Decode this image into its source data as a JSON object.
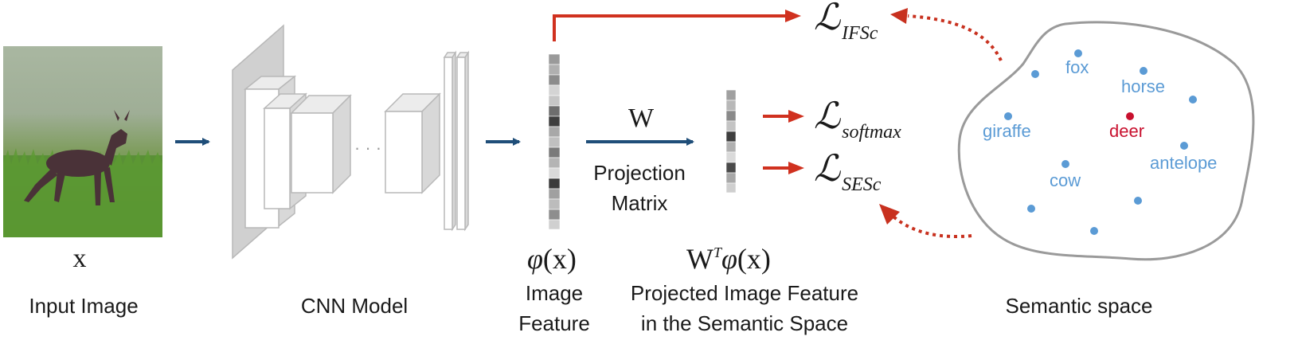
{
  "input": {
    "symbol": "x",
    "label": "Input Image"
  },
  "cnn": {
    "label": "CNN Model",
    "ellipsis": "· · ·"
  },
  "feature": {
    "symbol_phi": "φ",
    "symbol_arg": "(x)",
    "label_line1": "Image",
    "label_line2": "Feature"
  },
  "projection": {
    "symbol": "W",
    "label_line1": "Projection",
    "label_line2": "Matrix"
  },
  "projected": {
    "symbol_w": "W",
    "symbol_sup": "T",
    "symbol_phi": "φ",
    "symbol_arg": "(x)",
    "label_line1": "Projected Image Feature",
    "label_line2": "in the Semantic Space"
  },
  "losses": [
    {
      "script": "ℒ",
      "sub": "IFSc"
    },
    {
      "script": "ℒ",
      "sub": "softmax"
    },
    {
      "script": "ℒ",
      "sub": "SESc"
    }
  ],
  "semantic_space": {
    "label": "Semantic space",
    "classes": [
      {
        "name": "fox",
        "highlight": false
      },
      {
        "name": "horse",
        "highlight": false
      },
      {
        "name": "giraffe",
        "highlight": false
      },
      {
        "name": "deer",
        "highlight": true
      },
      {
        "name": "antelope",
        "highlight": false
      },
      {
        "name": "cow",
        "highlight": false
      }
    ]
  },
  "colors": {
    "blue_arrow": "#1f4e79",
    "red_arrow": "#d0311f",
    "class_blue": "#5b9bd5",
    "class_red": "#c8102e",
    "block": "#c8c8c8"
  }
}
